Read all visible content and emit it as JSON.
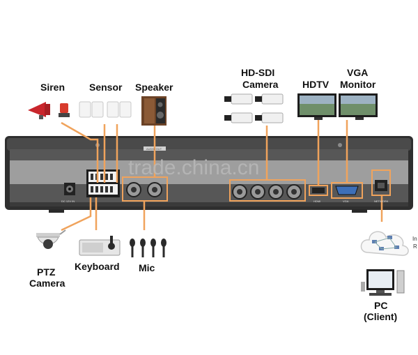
{
  "devices": {
    "siren": "Siren",
    "sensor": "Sensor",
    "speaker": "Speaker",
    "hdsdi_camera": [
      "HD-SDI",
      "Camera"
    ],
    "hdtv": "HDTV",
    "vga_monitor": [
      "VGA",
      "Monitor"
    ],
    "ptz_camera": [
      "PTZ",
      "Camera"
    ],
    "keyboard": "Keyboard",
    "mic": "Mic",
    "pc_client": [
      "PC",
      "(Client)"
    ],
    "internet_partial": [
      "In",
      "R"
    ]
  },
  "panel_labels": {
    "dc": "DC 12V IN",
    "hdmi": "HDMI",
    "vga": "VGA",
    "network": "NETWORK",
    "audio_out": "AUDIO OUT"
  },
  "watermark": "trade.china.cn",
  "colors": {
    "connector_line": "#f0a35c",
    "chassis": "#3b3b3b",
    "panel_face": "#5a5a5a"
  }
}
